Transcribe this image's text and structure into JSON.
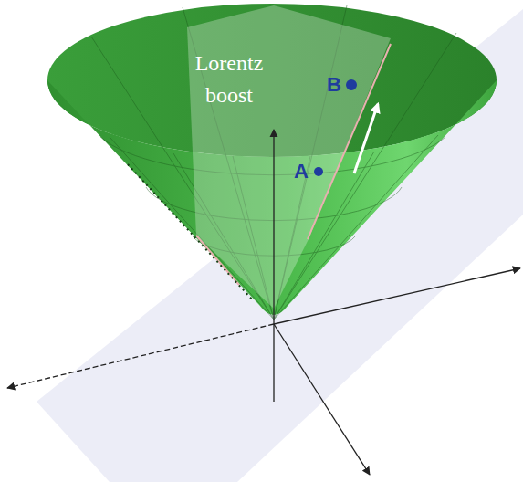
{
  "diagram": {
    "labels": [
      "Lorentz boost",
      "A",
      "B"
    ]
  }
}
